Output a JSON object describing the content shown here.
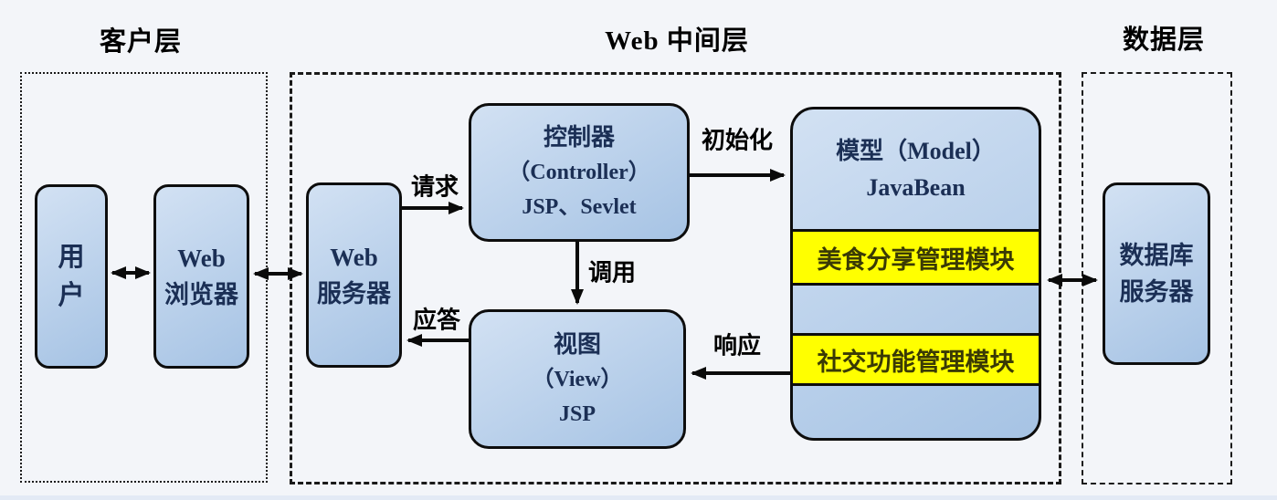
{
  "layers": {
    "client": {
      "title": "客户层"
    },
    "middle": {
      "title": "Web 中间层"
    },
    "data": {
      "title": "数据层"
    }
  },
  "nodes": {
    "user": {
      "line1": "用",
      "line2": "户"
    },
    "browser": {
      "line1": "Web",
      "line2": "浏览器"
    },
    "web_server": {
      "line1": "Web",
      "line2": "服务器"
    },
    "controller": {
      "line1": "控制器",
      "line2": "（Controller）",
      "line3": "JSP、Sevlet"
    },
    "view": {
      "line1": "视图",
      "line2": "（View）",
      "line3": "JSP"
    },
    "model": {
      "line1": "模型（Model）",
      "line2": "JavaBean",
      "module1": "美食分享管理模块",
      "module2": "社交功能管理模块"
    },
    "db_server": {
      "line1": "数据库",
      "line2": "服务器"
    }
  },
  "arrow_labels": {
    "request": "请求",
    "initialize": "初始化",
    "invoke": "调用",
    "respond": "响应",
    "reply": "应答"
  },
  "colors": {
    "background": "#f3f5f9",
    "node_fill_top": "#d2e1f3",
    "node_fill_bottom": "#a6c3e4",
    "node_border": "#0d0d0d",
    "node_text": "#1b2f55",
    "module_fill": "#ffff00",
    "module_text": "#3a3a05",
    "label_text": "#000000"
  }
}
